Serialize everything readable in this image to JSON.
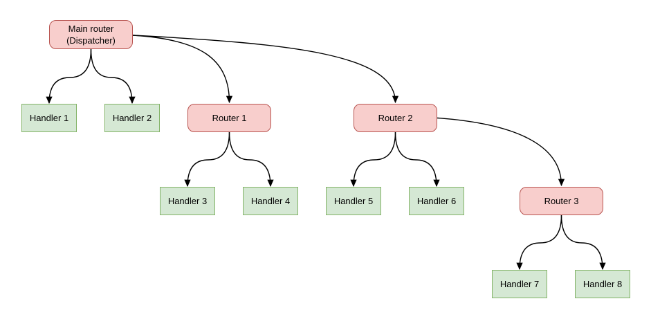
{
  "colors": {
    "router_fill": "#f8cecc",
    "router_border": "#b85450",
    "handler_fill": "#d5e8d4",
    "handler_border": "#82b366",
    "edge": "#000000",
    "text": "#000000",
    "background": "#ffffff"
  },
  "nodes": [
    {
      "id": "main-router",
      "type": "router",
      "label": "Main router\n(Dispatcher)"
    },
    {
      "id": "handler-1",
      "type": "handler",
      "label": "Handler 1"
    },
    {
      "id": "handler-2",
      "type": "handler",
      "label": "Handler 2"
    },
    {
      "id": "router-1",
      "type": "router",
      "label": "Router 1"
    },
    {
      "id": "router-2",
      "type": "router",
      "label": "Router 2"
    },
    {
      "id": "handler-3",
      "type": "handler",
      "label": "Handler 3"
    },
    {
      "id": "handler-4",
      "type": "handler",
      "label": "Handler 4"
    },
    {
      "id": "handler-5",
      "type": "handler",
      "label": "Handler 5"
    },
    {
      "id": "handler-6",
      "type": "handler",
      "label": "Handler 6"
    },
    {
      "id": "router-3",
      "type": "router",
      "label": "Router 3"
    },
    {
      "id": "handler-7",
      "type": "handler",
      "label": "Handler 7"
    },
    {
      "id": "handler-8",
      "type": "handler",
      "label": "Handler 8"
    }
  ],
  "edges": [
    {
      "from": "main-router",
      "to": "handler-1"
    },
    {
      "from": "main-router",
      "to": "handler-2"
    },
    {
      "from": "main-router",
      "to": "router-1"
    },
    {
      "from": "main-router",
      "to": "router-2"
    },
    {
      "from": "router-1",
      "to": "handler-3"
    },
    {
      "from": "router-1",
      "to": "handler-4"
    },
    {
      "from": "router-2",
      "to": "handler-5"
    },
    {
      "from": "router-2",
      "to": "handler-6"
    },
    {
      "from": "router-2",
      "to": "router-3"
    },
    {
      "from": "router-3",
      "to": "handler-7"
    },
    {
      "from": "router-3",
      "to": "handler-8"
    }
  ]
}
